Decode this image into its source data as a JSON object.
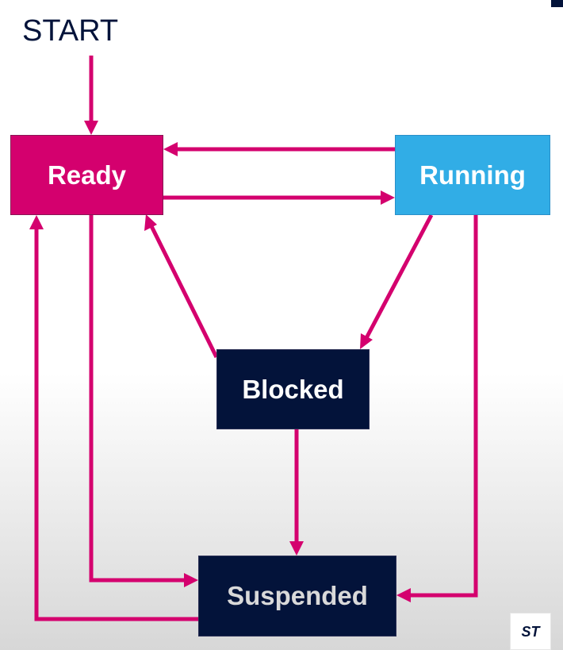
{
  "start_label": "START",
  "states": {
    "ready": {
      "label": "Ready",
      "color": "#d4006e"
    },
    "running": {
      "label": "Running",
      "color": "#31ade6"
    },
    "blocked": {
      "label": "Blocked",
      "color": "#03133a"
    },
    "suspended": {
      "label": "Suspended",
      "color": "#03133a"
    }
  },
  "arrow_color": "#d4006e",
  "text_color": "#03133a",
  "logo": {
    "text": "ST",
    "color": "#03133a"
  },
  "transitions": [
    {
      "from": "start",
      "to": "ready"
    },
    {
      "from": "running",
      "to": "ready"
    },
    {
      "from": "ready",
      "to": "running"
    },
    {
      "from": "running",
      "to": "blocked"
    },
    {
      "from": "blocked",
      "to": "ready"
    },
    {
      "from": "blocked",
      "to": "suspended"
    },
    {
      "from": "ready",
      "to": "suspended"
    },
    {
      "from": "running",
      "to": "suspended"
    },
    {
      "from": "suspended",
      "to": "ready"
    }
  ]
}
